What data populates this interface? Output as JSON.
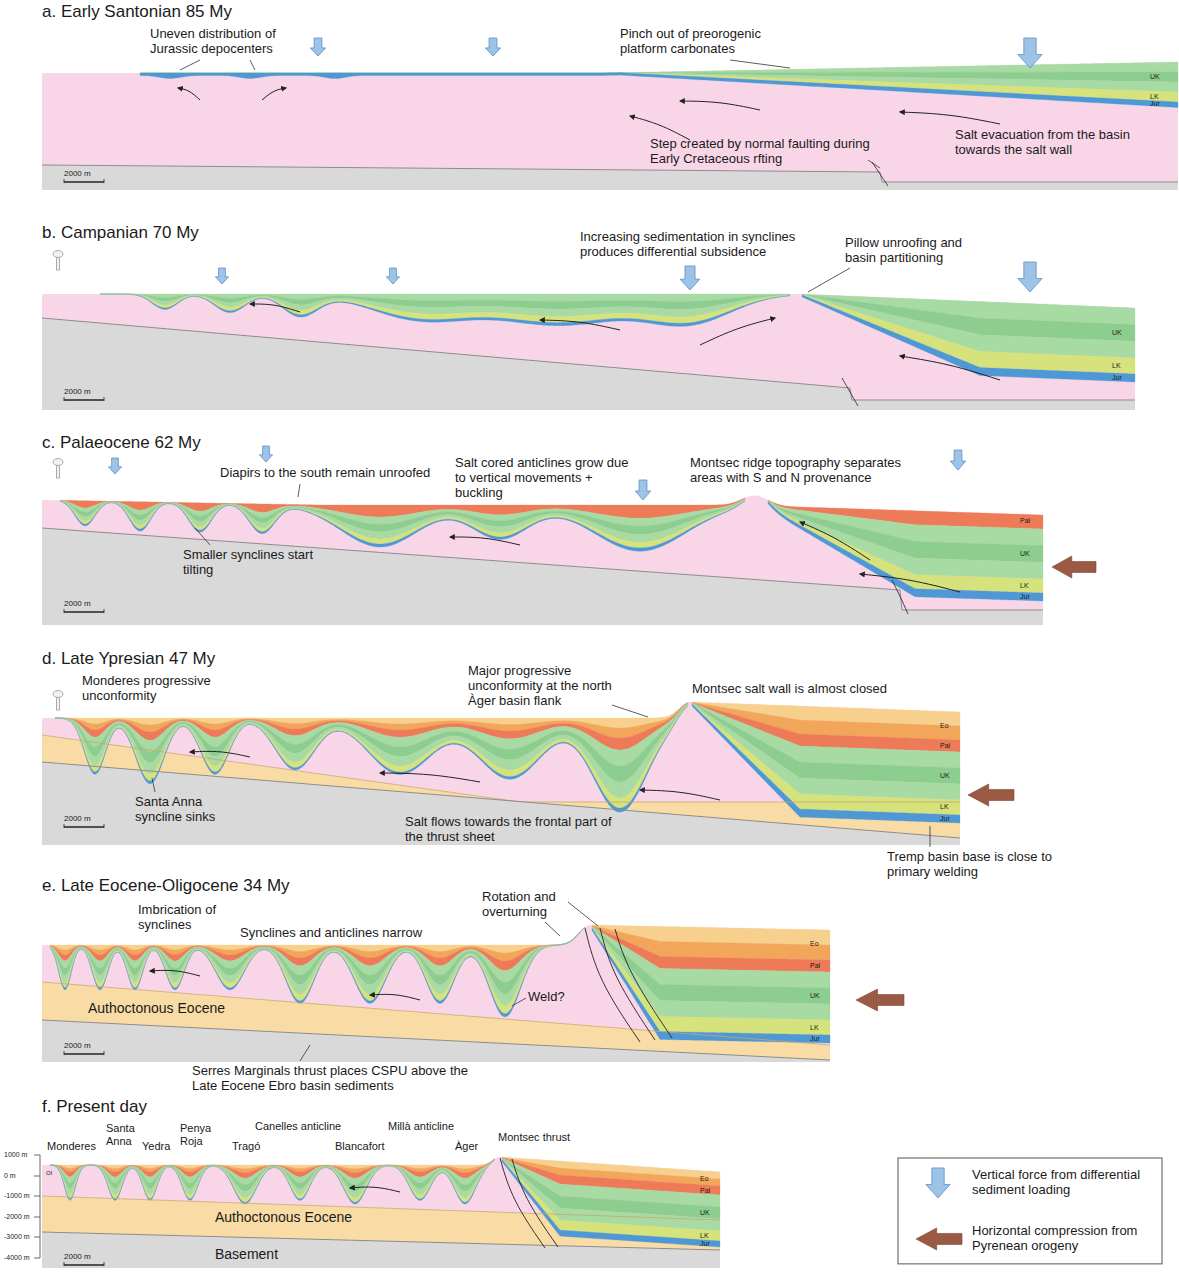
{
  "diagram": {
    "labels": [
      "a. Early Santonian 85 My",
      "Uneven distribution of Jurassic depocenters",
      "Pinch out of preorogenic platform carbonates",
      "Salt evacuation from the basin towards the salt wall",
      "Step created by normal faulting during Early Cretaceous rfting",
      "2000 m",
      "UK",
      "LK",
      "Jur",
      "b. Campanian 70 My",
      "Increasing sedimentation in synclines produces differential subsidence",
      "Pillow unroofing and basin partitioning",
      "2000 m",
      "UK",
      "LK",
      "Jur",
      "c. Palaeocene 62 My",
      "Diapirs to the south remain unroofed",
      "Salt cored anticlines grow due to vertical movements + buckling",
      "Montsec ridge topography separates areas with S and N provenance",
      "Smaller synclines start tilting",
      "2000 m",
      "Pal",
      "UK",
      "LK",
      "Jur",
      "d. Late Ypresian 47 My",
      "Monderes progressive unconformity",
      "Major progressive unconformity at the north Àger basin flank",
      "Montsec salt wall is almost closed",
      "Santa Anna syncline sinks",
      "Salt flows towards the frontal part of the thrust sheet",
      "Tremp basin base is close to primary welding",
      "2000 m",
      "Eo",
      "Pal",
      "UK",
      "LK",
      "Jur",
      "e. Late Eocene-Oligocene 34 My",
      "Imbrication of synclines",
      "Synclines and anticlines narrow",
      "Rotation and overturning",
      "Authoctonous Eocene",
      "Weld?",
      "Serres Marginals thrust places CSPU above the Late Eocene Ebro basin sediments",
      "2000 m",
      "Eo",
      "Pal",
      "UK",
      "LK",
      "Jur",
      "f. Present day",
      "Monderes",
      "Santa Anna",
      "Yedra",
      "Penya Roja",
      "Tragó",
      "Canelles anticline",
      "Blancafort",
      "Millà anticline",
      "Àger",
      "Montsec thrust",
      "1000 m",
      "0 m",
      "-1000 m",
      "-2000 m",
      "-3000 m",
      "-4000 m",
      "Ol",
      "Authoctonous Eocene",
      "Basement",
      "2000 m",
      "Eo",
      "Pal",
      "UK",
      "LK",
      "Jur"
    ],
    "legend": [
      {
        "text": "Vertical force from differential sediment loading"
      },
      {
        "text": "Horizontal compression from Pyrenean orogeny"
      }
    ]
  }
}
